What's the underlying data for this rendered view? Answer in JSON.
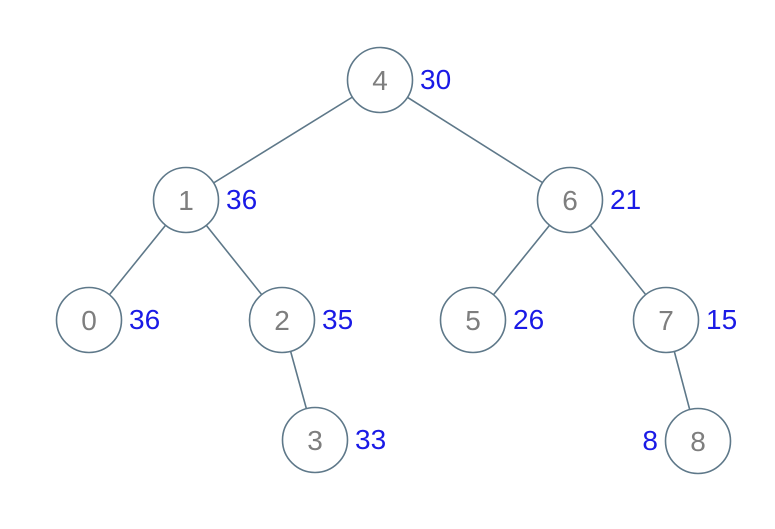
{
  "diagram": {
    "type": "binary-tree",
    "colors": {
      "node_stroke": "#5e7889",
      "edge_stroke": "#5e7889",
      "node_value_text": "#7e7e7e",
      "weight_label_text": "#1a1ae6",
      "background": "#ffffff"
    },
    "nodes": [
      {
        "id": "4",
        "label": "30",
        "label_side": "right"
      },
      {
        "id": "1",
        "label": "36",
        "label_side": "right"
      },
      {
        "id": "6",
        "label": "21",
        "label_side": "right"
      },
      {
        "id": "0",
        "label": "36",
        "label_side": "right"
      },
      {
        "id": "2",
        "label": "35",
        "label_side": "right"
      },
      {
        "id": "5",
        "label": "26",
        "label_side": "right"
      },
      {
        "id": "7",
        "label": "15",
        "label_side": "right"
      },
      {
        "id": "3",
        "label": "33",
        "label_side": "right"
      },
      {
        "id": "8",
        "label": "8",
        "label_side": "left"
      }
    ],
    "edges": [
      {
        "from": "4",
        "to": "1"
      },
      {
        "from": "4",
        "to": "6"
      },
      {
        "from": "1",
        "to": "0"
      },
      {
        "from": "1",
        "to": "2"
      },
      {
        "from": "6",
        "to": "5"
      },
      {
        "from": "6",
        "to": "7"
      },
      {
        "from": "2",
        "to": "3"
      },
      {
        "from": "7",
        "to": "8"
      }
    ]
  }
}
